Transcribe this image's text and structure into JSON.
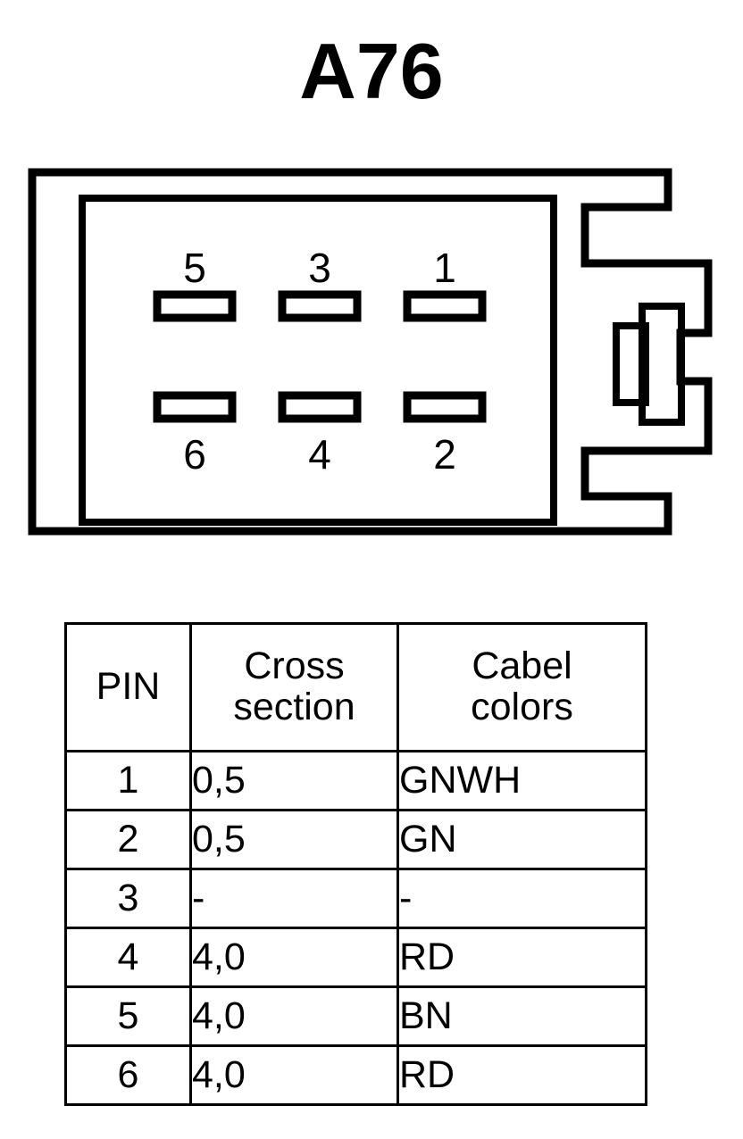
{
  "title": "A76",
  "connector": {
    "name": "6-way-connector-housing",
    "top_row_pins": [
      "5",
      "3",
      "1"
    ],
    "bottom_row_pins": [
      "6",
      "4",
      "2"
    ],
    "terminal_count": 6
  },
  "table": {
    "headers": {
      "pin": "PIN",
      "cross_section_line1": "Cross",
      "cross_section_line2": "section",
      "cable_colors_line1": "Cabel",
      "cable_colors_line2": "colors"
    },
    "rows": [
      {
        "pin": "1",
        "cross_section": "0,5",
        "color": "GNWH"
      },
      {
        "pin": "2",
        "cross_section": "0,5",
        "color": "GN"
      },
      {
        "pin": "3",
        "cross_section": "-",
        "color": "-"
      },
      {
        "pin": "4",
        "cross_section": "4,0",
        "color": "RD"
      },
      {
        "pin": "5",
        "cross_section": "4,0",
        "color": "BN"
      },
      {
        "pin": "6",
        "cross_section": "4,0",
        "color": "RD"
      }
    ]
  },
  "colors": {
    "ink": "#000000",
    "background": "#ffffff"
  }
}
